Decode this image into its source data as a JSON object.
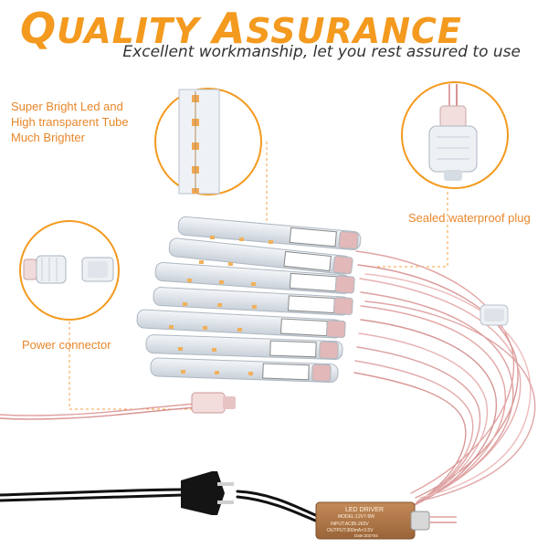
{
  "header": {
    "title_q": "Q",
    "title_rest1": "UALITY ",
    "title_a": "A",
    "title_rest2": "SSURANCE",
    "subtitle": "Excellent workmanship, let you rest assured to use"
  },
  "callouts": {
    "led": "Super Bright Led and High transparent Tube Much Brighter",
    "plug": "Sealed waterproof plug",
    "power": "Power connector"
  },
  "driver": {
    "title": "LED DRIVER",
    "model": "MODEL:12V7-9W",
    "input": "INPUT:AC85-265V",
    "output": "OUTPUT:300mA×3.5V",
    "date": "Date:202704"
  },
  "colors": {
    "accent": "#f39a1f",
    "callout_text": "#e8872a",
    "wire": "#e3a6a6",
    "driver_case": "#b07545"
  }
}
